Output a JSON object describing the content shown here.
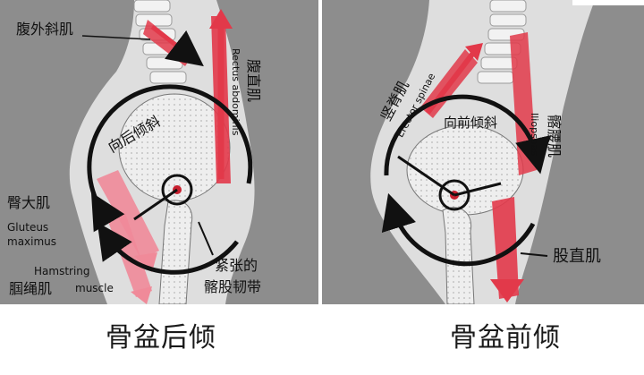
{
  "colors": {
    "background_grey": "#8d8d8d",
    "body_skin": "#dfdfdf",
    "bone": "#f1f1f1",
    "muscle_red": "#e2394a",
    "muscle_pink": "#f08a99",
    "arrow_black": "#111111",
    "hip_red": "#c8202f"
  },
  "left_panel": {
    "label_external_oblique": "腹外斜肌",
    "label_rectus_cn": "腹直肌",
    "label_rectus_en": "Rectus abdominis",
    "label_tilt": "向后倾斜",
    "label_gluteus_cn": "臀大肌",
    "label_gluteus_en_1": "Gluteus",
    "label_gluteus_en_2": "maximus",
    "label_hamstring_en_1": "Hamstring",
    "label_hamstring_cn": "腘绳肌",
    "label_hamstring_en_2": "muscle",
    "label_tight_1": "紧张的",
    "label_tight_2": "髂股韧带"
  },
  "right_panel": {
    "label_erector_cn": "竖脊肌",
    "label_erector_en": "Erector spinae",
    "label_tilt": "向前倾斜",
    "label_iliopsoas_cn": "髂腰肌",
    "label_iliopsoas_en": "Iliopsoas",
    "label_rectus_femoris": "股直肌"
  },
  "captions": {
    "left": "骨盆后倾",
    "right": "骨盆前倾"
  }
}
